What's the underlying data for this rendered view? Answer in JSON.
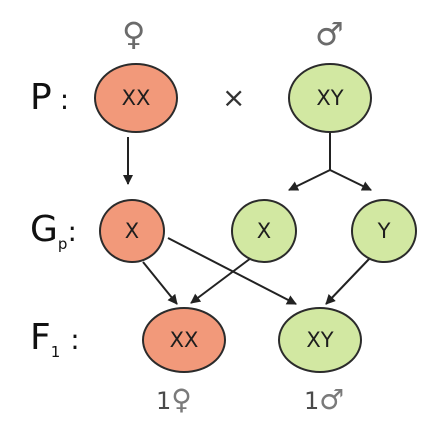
{
  "symbols": {
    "female": "♀",
    "male": "♂",
    "cross": "×"
  },
  "generations": {
    "parents": {
      "label": "P",
      "separator": ":"
    },
    "gametes": {
      "label": "G",
      "subscript": "p",
      "separator": ":"
    },
    "offspring": {
      "label": "F",
      "subscript": "1",
      "separator": ":"
    }
  },
  "nodes": {
    "p_female": {
      "text": "XX",
      "sex": "female"
    },
    "p_male": {
      "text": "XY",
      "sex": "male"
    },
    "g_female_x": {
      "text": "X",
      "sex": "female"
    },
    "g_male_x": {
      "text": "X",
      "sex": "male"
    },
    "g_male_y": {
      "text": "Y",
      "sex": "male"
    },
    "f1_female": {
      "text": "XX",
      "sex": "female"
    },
    "f1_male": {
      "text": "XY",
      "sex": "male"
    }
  },
  "ratio": {
    "female": {
      "count": "1",
      "symbol": "♀"
    },
    "male": {
      "count": "1",
      "symbol": "♂"
    }
  },
  "colors": {
    "female_fill": "#f2997a",
    "male_fill": "#d2e8a2",
    "outline": "#2b2b2b",
    "arrow": "#222222"
  }
}
